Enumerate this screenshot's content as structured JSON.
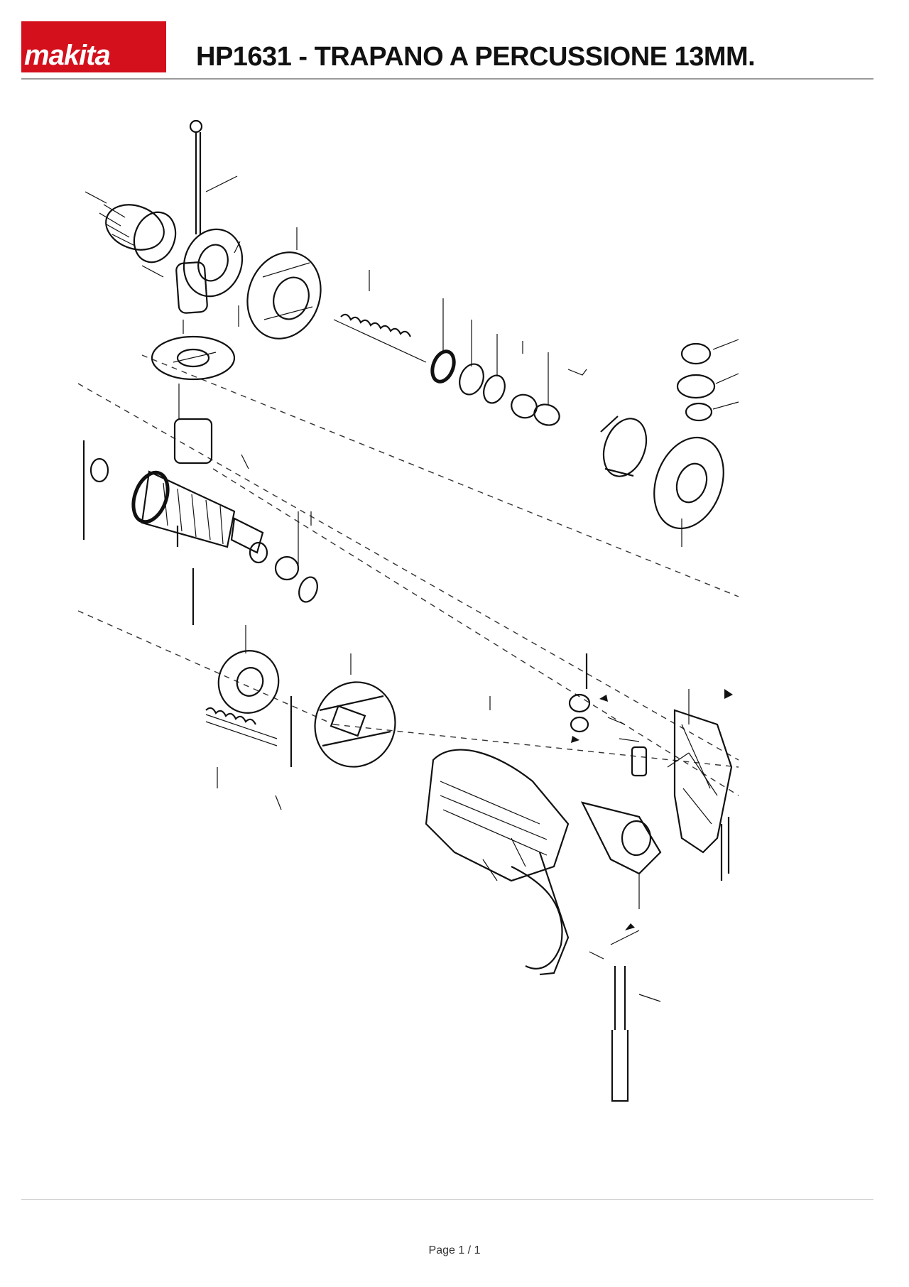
{
  "header": {
    "brand": "makita",
    "title": "HP1631 - TRAPANO A PERCUSSIONE 13MM."
  },
  "footer": {
    "page_label": "Page 1 / 1"
  },
  "colors": {
    "brand_red": "#d3101c",
    "line": "#111111",
    "rule": "#9a9a9a"
  }
}
